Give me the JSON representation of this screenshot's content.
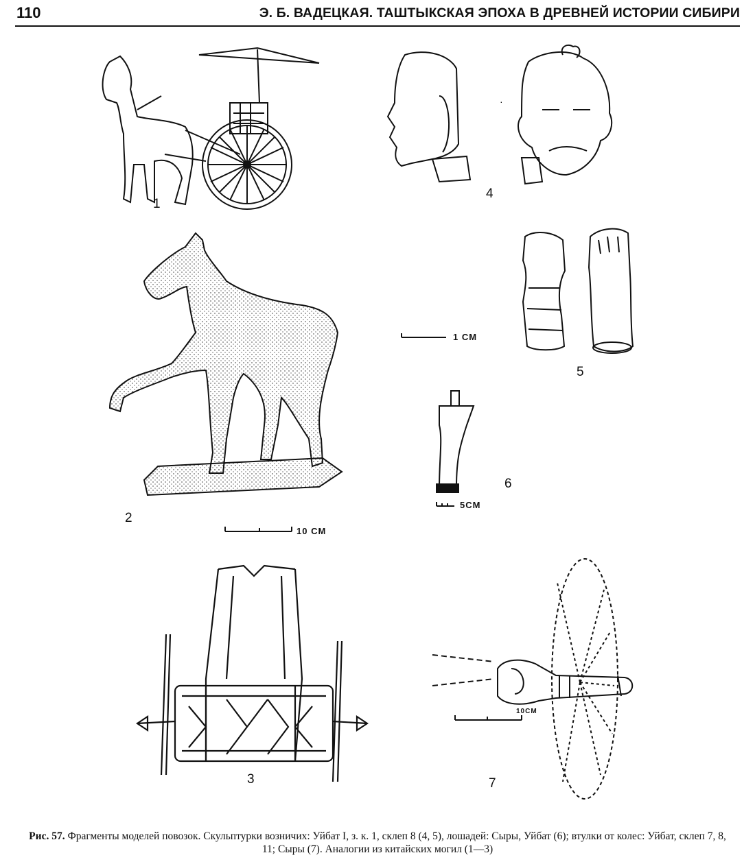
{
  "header": {
    "page_number": "110",
    "running_head": "Э. Б. ВАДЕЦКАЯ. ТАШТЫКСКАЯ ЭПОХА В ДРЕВНЕЙ ИСТОРИИ СИБИРИ"
  },
  "figure_labels": {
    "fig1": "1",
    "fig2": "2",
    "fig3": "3",
    "fig4": "4",
    "fig5": "5",
    "fig6": "6",
    "fig7": "7"
  },
  "scale_labels": {
    "scale_1cm": "1 CM",
    "scale_5cm": "5CM",
    "scale_10cm": "10 CM",
    "scale_10cm_small": "10CM"
  },
  "caption": {
    "prefix": "Рис. 57.",
    "text": " Фрагменты моделей повозок. Скульптурки возничих: Уйбат I, з. к. 1, склеп 8 (4, 5), лошадей: Сыры, Уйбат (6); втулки от колес: Уйбат, склеп 7, 8, 11; Сыры (7). Аналогии из китайских могил (1—3)"
  }
}
